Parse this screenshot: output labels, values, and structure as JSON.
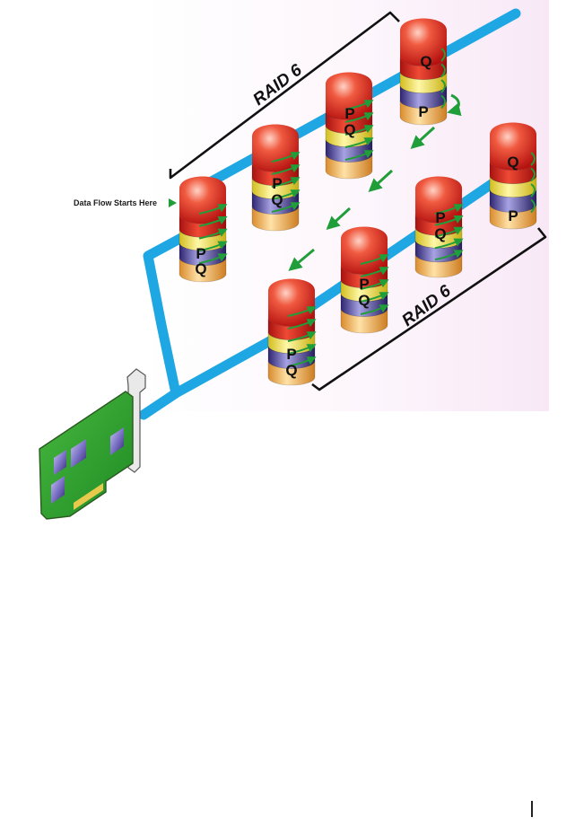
{
  "diagram": {
    "flow_label": "Data Flow Starts Here",
    "group_labels": [
      "RAID 6",
      "RAID 6"
    ],
    "parity_p": "P",
    "parity_q": "Q"
  },
  "colors": {
    "cable": "#1ea7e3",
    "disk_top": "#e02a26",
    "disk_band_yellow": "#f4ee3b",
    "disk_band_purple": "#5a4fa0",
    "disk_band_peach": "#f6bd6a",
    "arrow_green": "#1f9e3a",
    "card_green": "#35a634",
    "background_tint": "#fdf2fb"
  }
}
